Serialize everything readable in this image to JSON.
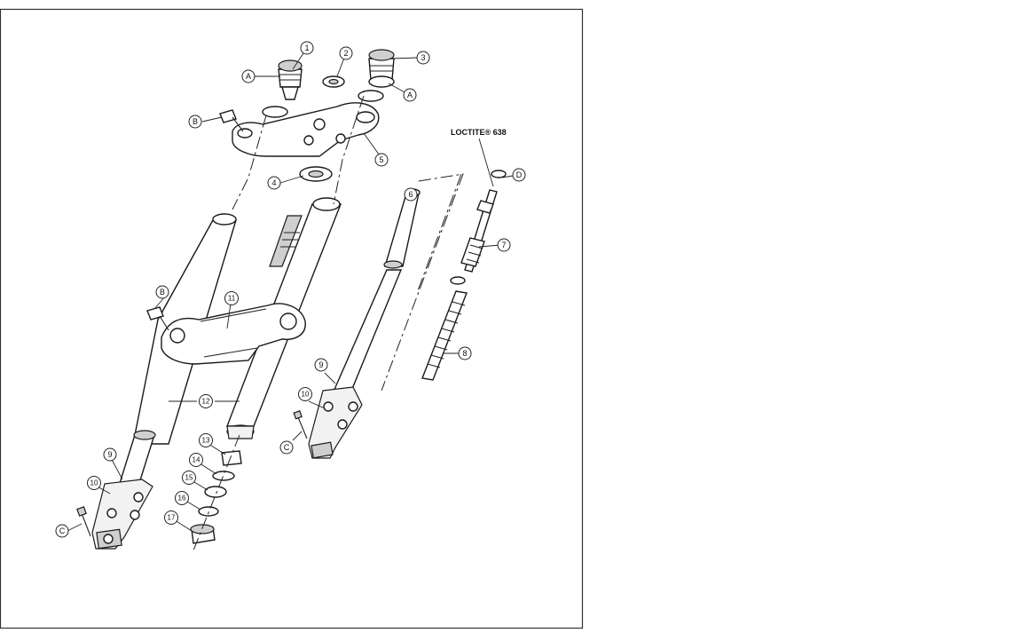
{
  "diagram": {
    "note": "LOCTITE® 638",
    "labels": [
      {
        "id": "c1",
        "text": "1"
      },
      {
        "id": "c2",
        "text": "2"
      },
      {
        "id": "c3",
        "text": "3"
      },
      {
        "id": "c4",
        "text": "4"
      },
      {
        "id": "c5",
        "text": "5"
      },
      {
        "id": "c6",
        "text": "6"
      },
      {
        "id": "c7",
        "text": "7"
      },
      {
        "id": "c8",
        "text": "8"
      },
      {
        "id": "c9a",
        "text": "9"
      },
      {
        "id": "c9b",
        "text": "9"
      },
      {
        "id": "c10a",
        "text": "10"
      },
      {
        "id": "c10b",
        "text": "10"
      },
      {
        "id": "c11",
        "text": "11"
      },
      {
        "id": "c12",
        "text": "12"
      },
      {
        "id": "c13",
        "text": "13"
      },
      {
        "id": "c14",
        "text": "14"
      },
      {
        "id": "c15",
        "text": "15"
      },
      {
        "id": "c16",
        "text": "16"
      },
      {
        "id": "c17",
        "text": "17"
      },
      {
        "id": "cA1",
        "text": "A"
      },
      {
        "id": "cA2",
        "text": "A"
      },
      {
        "id": "cB1",
        "text": "B"
      },
      {
        "id": "cB2",
        "text": "B"
      },
      {
        "id": "cC1",
        "text": "C"
      },
      {
        "id": "cC2",
        "text": "C"
      },
      {
        "id": "cD",
        "text": "D"
      }
    ]
  }
}
